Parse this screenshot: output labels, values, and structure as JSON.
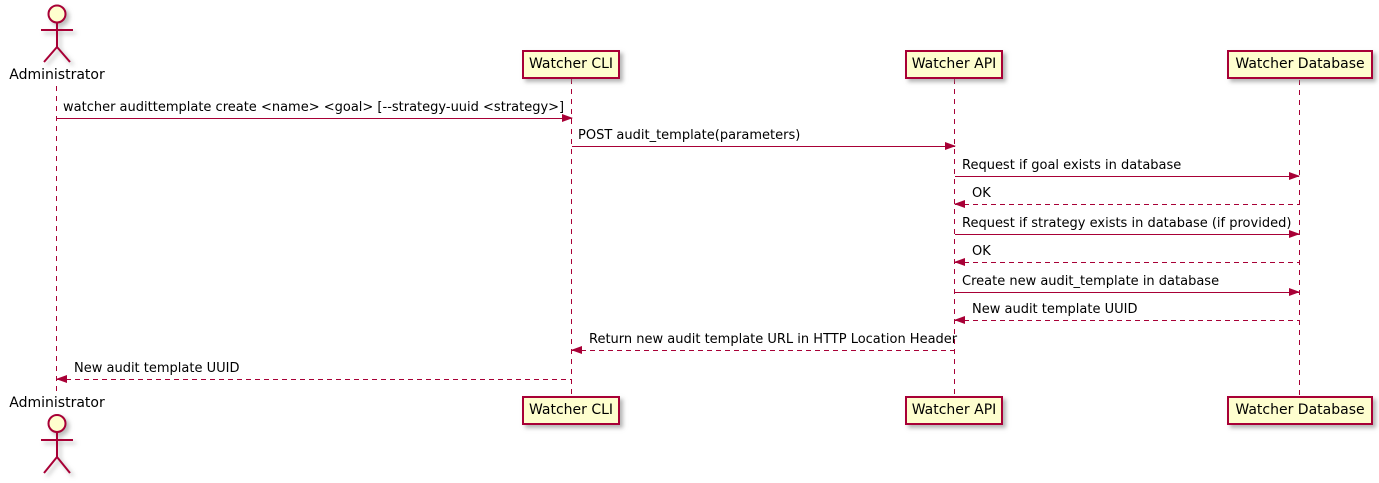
{
  "colors": {
    "participant_fill": "#FEFECE",
    "participant_border": "#A80036",
    "line": "#A80036",
    "text": "#000000"
  },
  "actor": {
    "label": "Administrator"
  },
  "participants": [
    {
      "label": "Watcher CLI"
    },
    {
      "label": "Watcher API"
    },
    {
      "label": "Watcher Database"
    }
  ],
  "messages": [
    {
      "text": "watcher audittemplate create <name> <goal> [--strategy-uuid <strategy>]",
      "from": "Administrator",
      "to": "Watcher CLI",
      "style": "solid"
    },
    {
      "text": "POST audit_template(parameters)",
      "from": "Watcher CLI",
      "to": "Watcher API",
      "style": "solid"
    },
    {
      "text": "Request if goal exists in database",
      "from": "Watcher API",
      "to": "Watcher Database",
      "style": "solid"
    },
    {
      "text": "OK",
      "from": "Watcher Database",
      "to": "Watcher API",
      "style": "dashed"
    },
    {
      "text": "Request if strategy exists in database (if provided)",
      "from": "Watcher API",
      "to": "Watcher Database",
      "style": "solid"
    },
    {
      "text": "OK",
      "from": "Watcher Database",
      "to": "Watcher API",
      "style": "dashed"
    },
    {
      "text": "Create new audit_template in database",
      "from": "Watcher API",
      "to": "Watcher Database",
      "style": "solid"
    },
    {
      "text": "New audit template UUID",
      "from": "Watcher Database",
      "to": "Watcher API",
      "style": "dashed"
    },
    {
      "text": "Return new audit template URL in HTTP Location Header",
      "from": "Watcher API",
      "to": "Watcher CLI",
      "style": "dashed"
    },
    {
      "text": "New audit template UUID",
      "from": "Watcher CLI",
      "to": "Administrator",
      "style": "dashed"
    }
  ]
}
